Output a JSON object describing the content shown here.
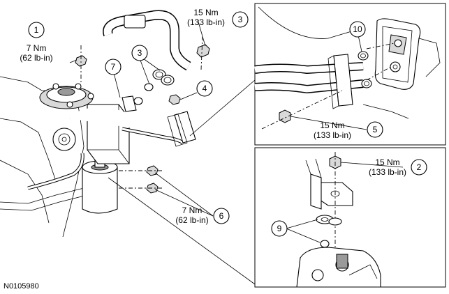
{
  "figure_id": "N0105980",
  "callouts": [
    {
      "num": "1",
      "torque_nm": "7 Nm",
      "torque_lbin": "(62 lb-in)"
    },
    {
      "num": "2",
      "torque_nm": "15 Nm",
      "torque_lbin": "(133 lb-in)"
    },
    {
      "num": "3",
      "torque_nm": "15 Nm",
      "torque_lbin": "(133 lb-in)"
    },
    {
      "num": "3b",
      "label": "3"
    },
    {
      "num": "4",
      "label": "4"
    },
    {
      "num": "5",
      "torque_nm": "15 Nm",
      "torque_lbin": "(133 lb-in)"
    },
    {
      "num": "6",
      "torque_nm": "7 Nm",
      "torque_lbin": "(62 lb-in)"
    },
    {
      "num": "7",
      "label": "7"
    },
    {
      "num": "9",
      "label": "9"
    },
    {
      "num": "10",
      "label": "10"
    }
  ]
}
